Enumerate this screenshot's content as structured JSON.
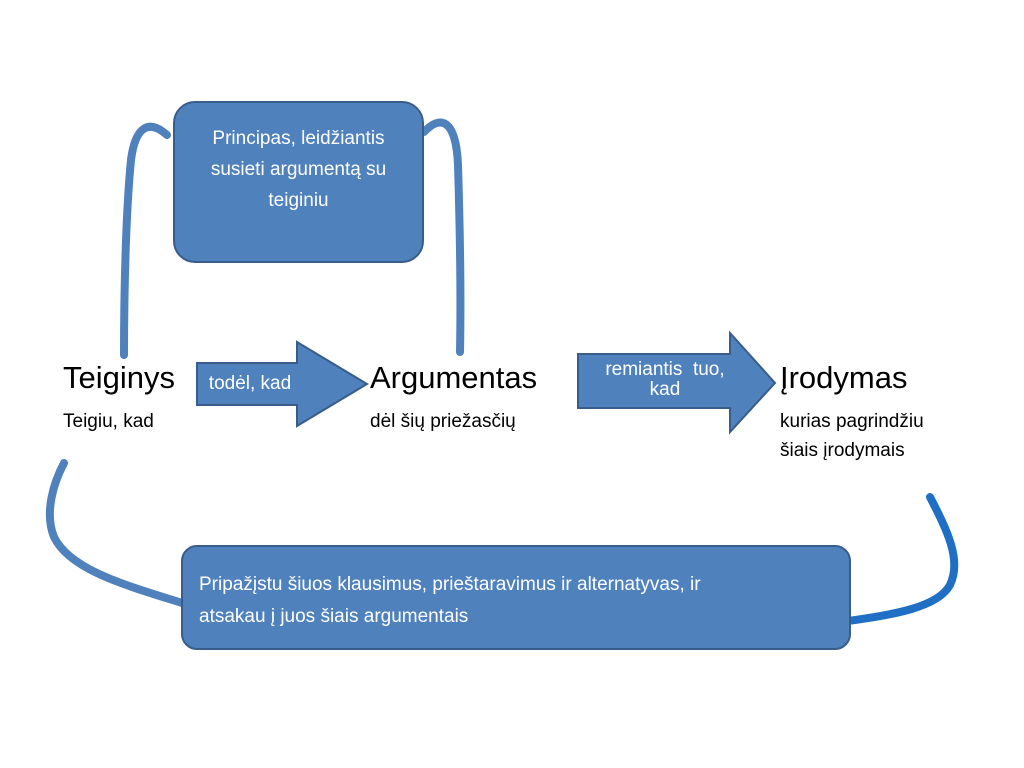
{
  "principle": {
    "text": "Principas, leidžiantis susieti argumentą su teiginiu"
  },
  "nodes": [
    {
      "title": "Teiginys",
      "subtitle": "Teigiu, kad"
    },
    {
      "title": "Argumentas",
      "subtitle": "dėl šių priežasčių"
    },
    {
      "title": "Įrodymas",
      "subtitle_lines": [
        "kurias pagrindžiu",
        "šiais įrodymais"
      ]
    }
  ],
  "arrows": [
    {
      "label": "todėl, kad"
    },
    {
      "label_lines": [
        "remiantis  tuo,",
        "kad"
      ]
    }
  ],
  "rebuttal": {
    "lines": [
      "Pripažįstu šiuos klausimus, prieštaravimus ir alternatyvas, ir",
      "atsakau į juos šiais argumentais"
    ]
  },
  "colors": {
    "box_fill": "#4f81bd",
    "box_border": "#385d8a",
    "connector": "#4f81bd",
    "connector_dark": "#1f6fc4"
  }
}
